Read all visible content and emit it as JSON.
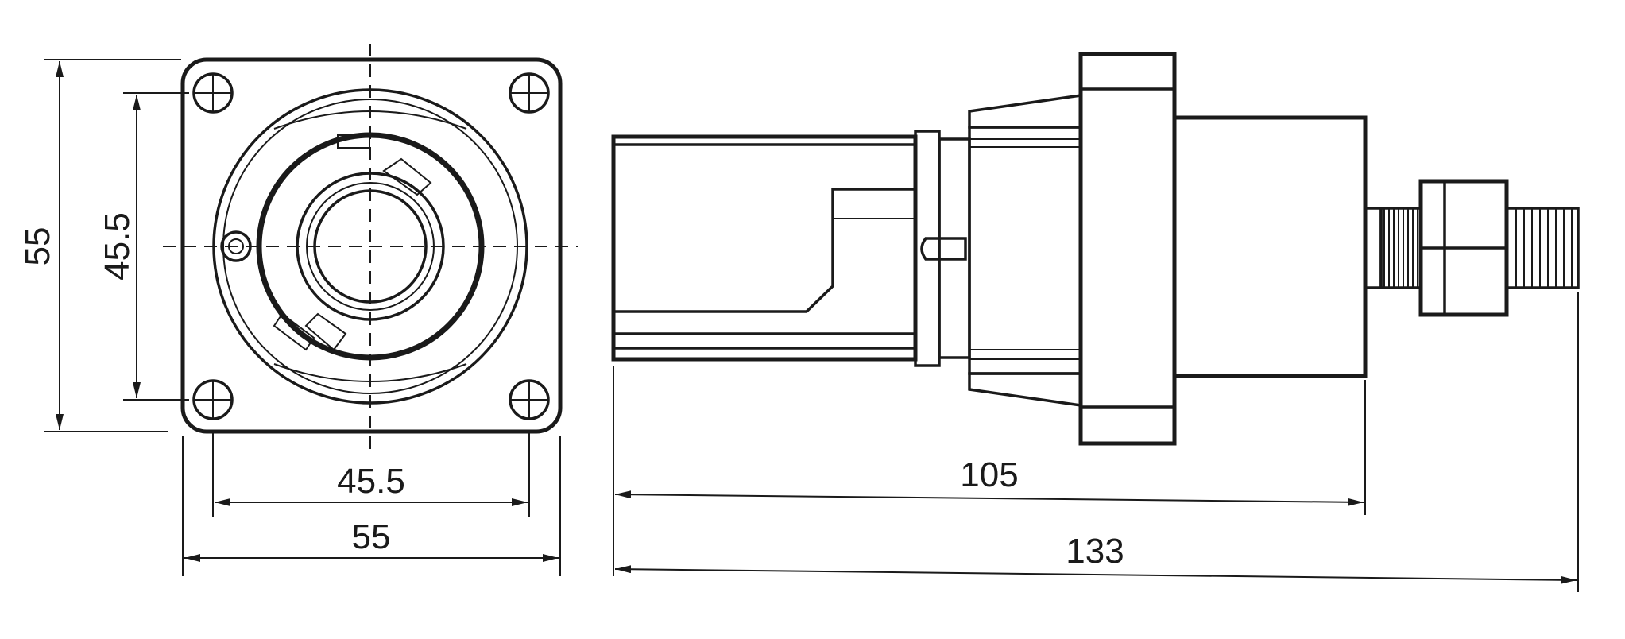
{
  "colors": {
    "ink": "#1a1a1a",
    "paper": "#ffffff"
  },
  "front_view": {
    "height_outer_label": "55",
    "height_inner_label": "45.5",
    "width_inner_label": "45.5",
    "width_outer_label": "55"
  },
  "side_view": {
    "body_length_label": "105",
    "total_length_label": "133"
  }
}
